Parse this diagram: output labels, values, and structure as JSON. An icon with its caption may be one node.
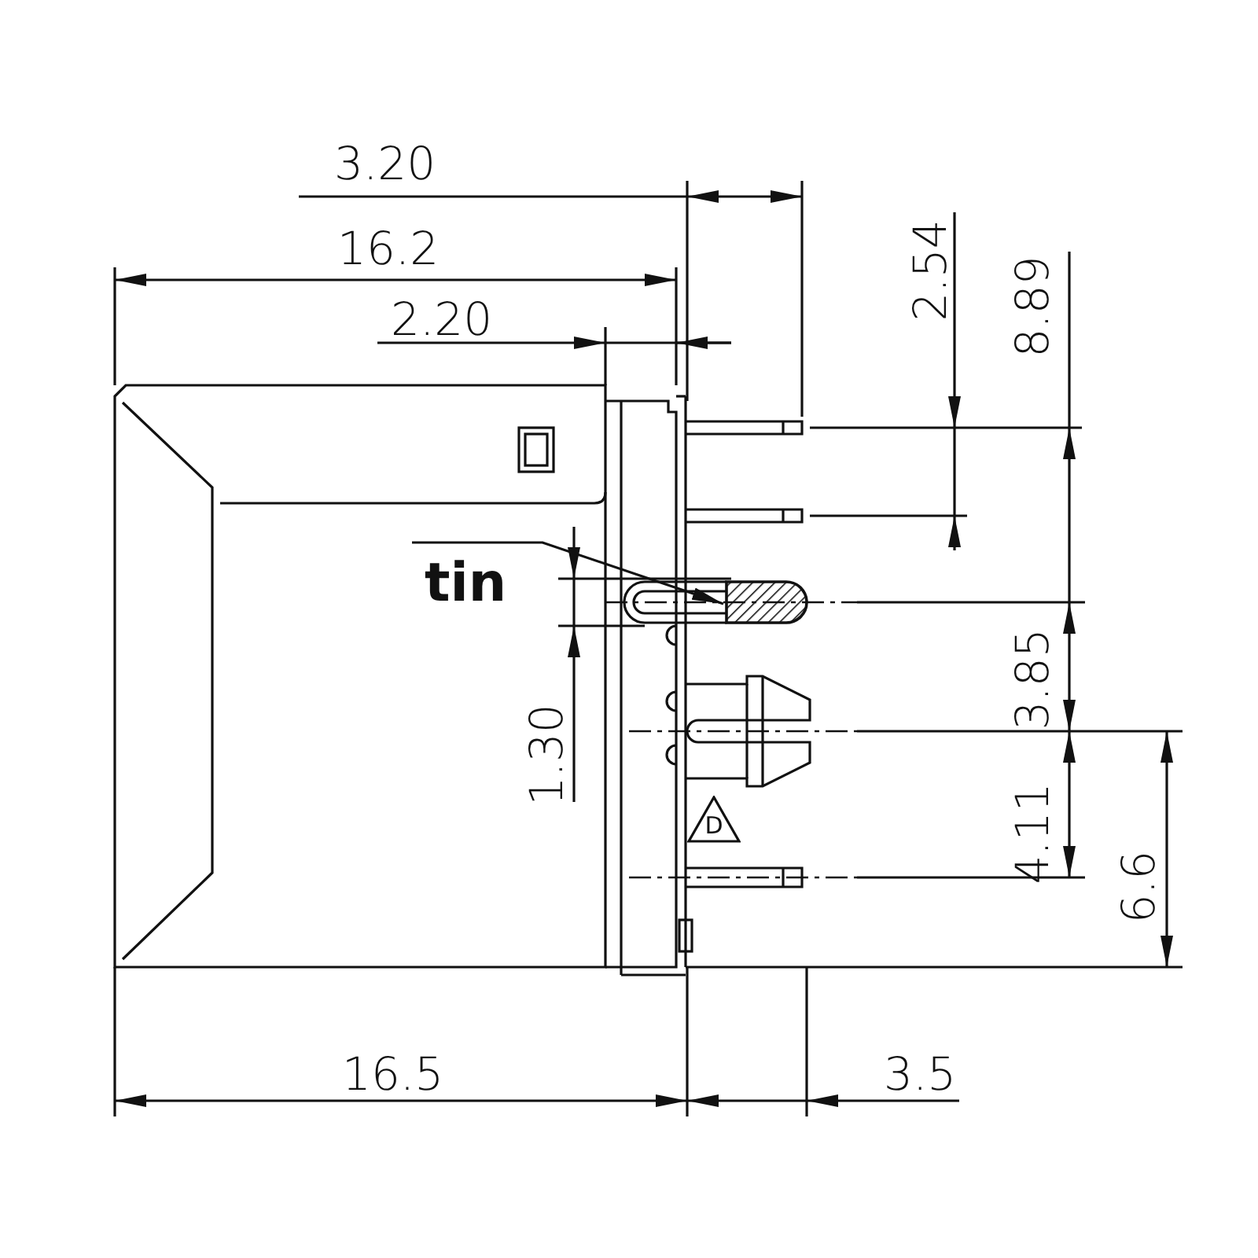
{
  "diagram": {
    "nodes": [
      {
        "text": [
          "tin"
        ]
      },
      {
        "text": [],
        "shape": "box"
      },
      {
        "text": [
          "D"
        ]
      }
    ],
    "edges": [
      {
        "from": 0,
        "to": 1,
        "arrow": "to"
      }
    ],
    "labels": [
      "3.20",
      "16.2",
      "2.54",
      "8.89",
      "2.20",
      "1.30",
      "3.85",
      "4.11",
      "6.6",
      "16.5",
      "3.5"
    ]
  }
}
